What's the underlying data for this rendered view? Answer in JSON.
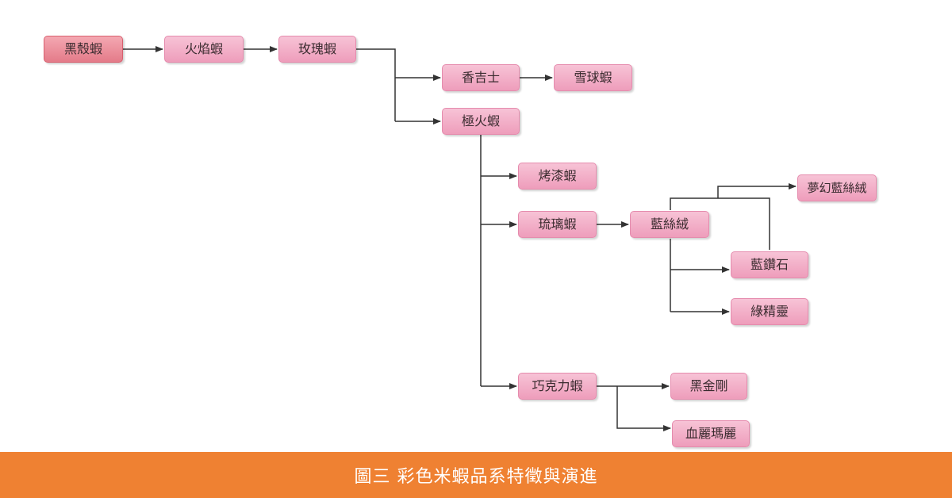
{
  "nodes": {
    "heike": "黑殼蝦",
    "huoyan": "火焰蝦",
    "meigui": "玫瑰蝦",
    "xiangjishi": "香吉士",
    "xueqiu": "雪球蝦",
    "jihuo": "極火蝦",
    "kaoqi": "烤漆蝦",
    "liuli": "琉璃蝦",
    "lansirong": "藍絲絨",
    "menghuan": "夢幻藍絲絨",
    "lanzuanshi": "藍鑽石",
    "lvjingling": "綠精靈",
    "qiaokeli": "巧克力蝦",
    "heijingang": "黑金剛",
    "xuelimali": "血麗瑪麗"
  },
  "caption": "圖三  彩色米蝦品系特徵與演進",
  "colors": {
    "node_fill": "#f2b0c9",
    "root_fill": "#ea8f9c",
    "line": "#333333",
    "caption_bar": "#ef8132",
    "caption_text": "#ffffff"
  }
}
